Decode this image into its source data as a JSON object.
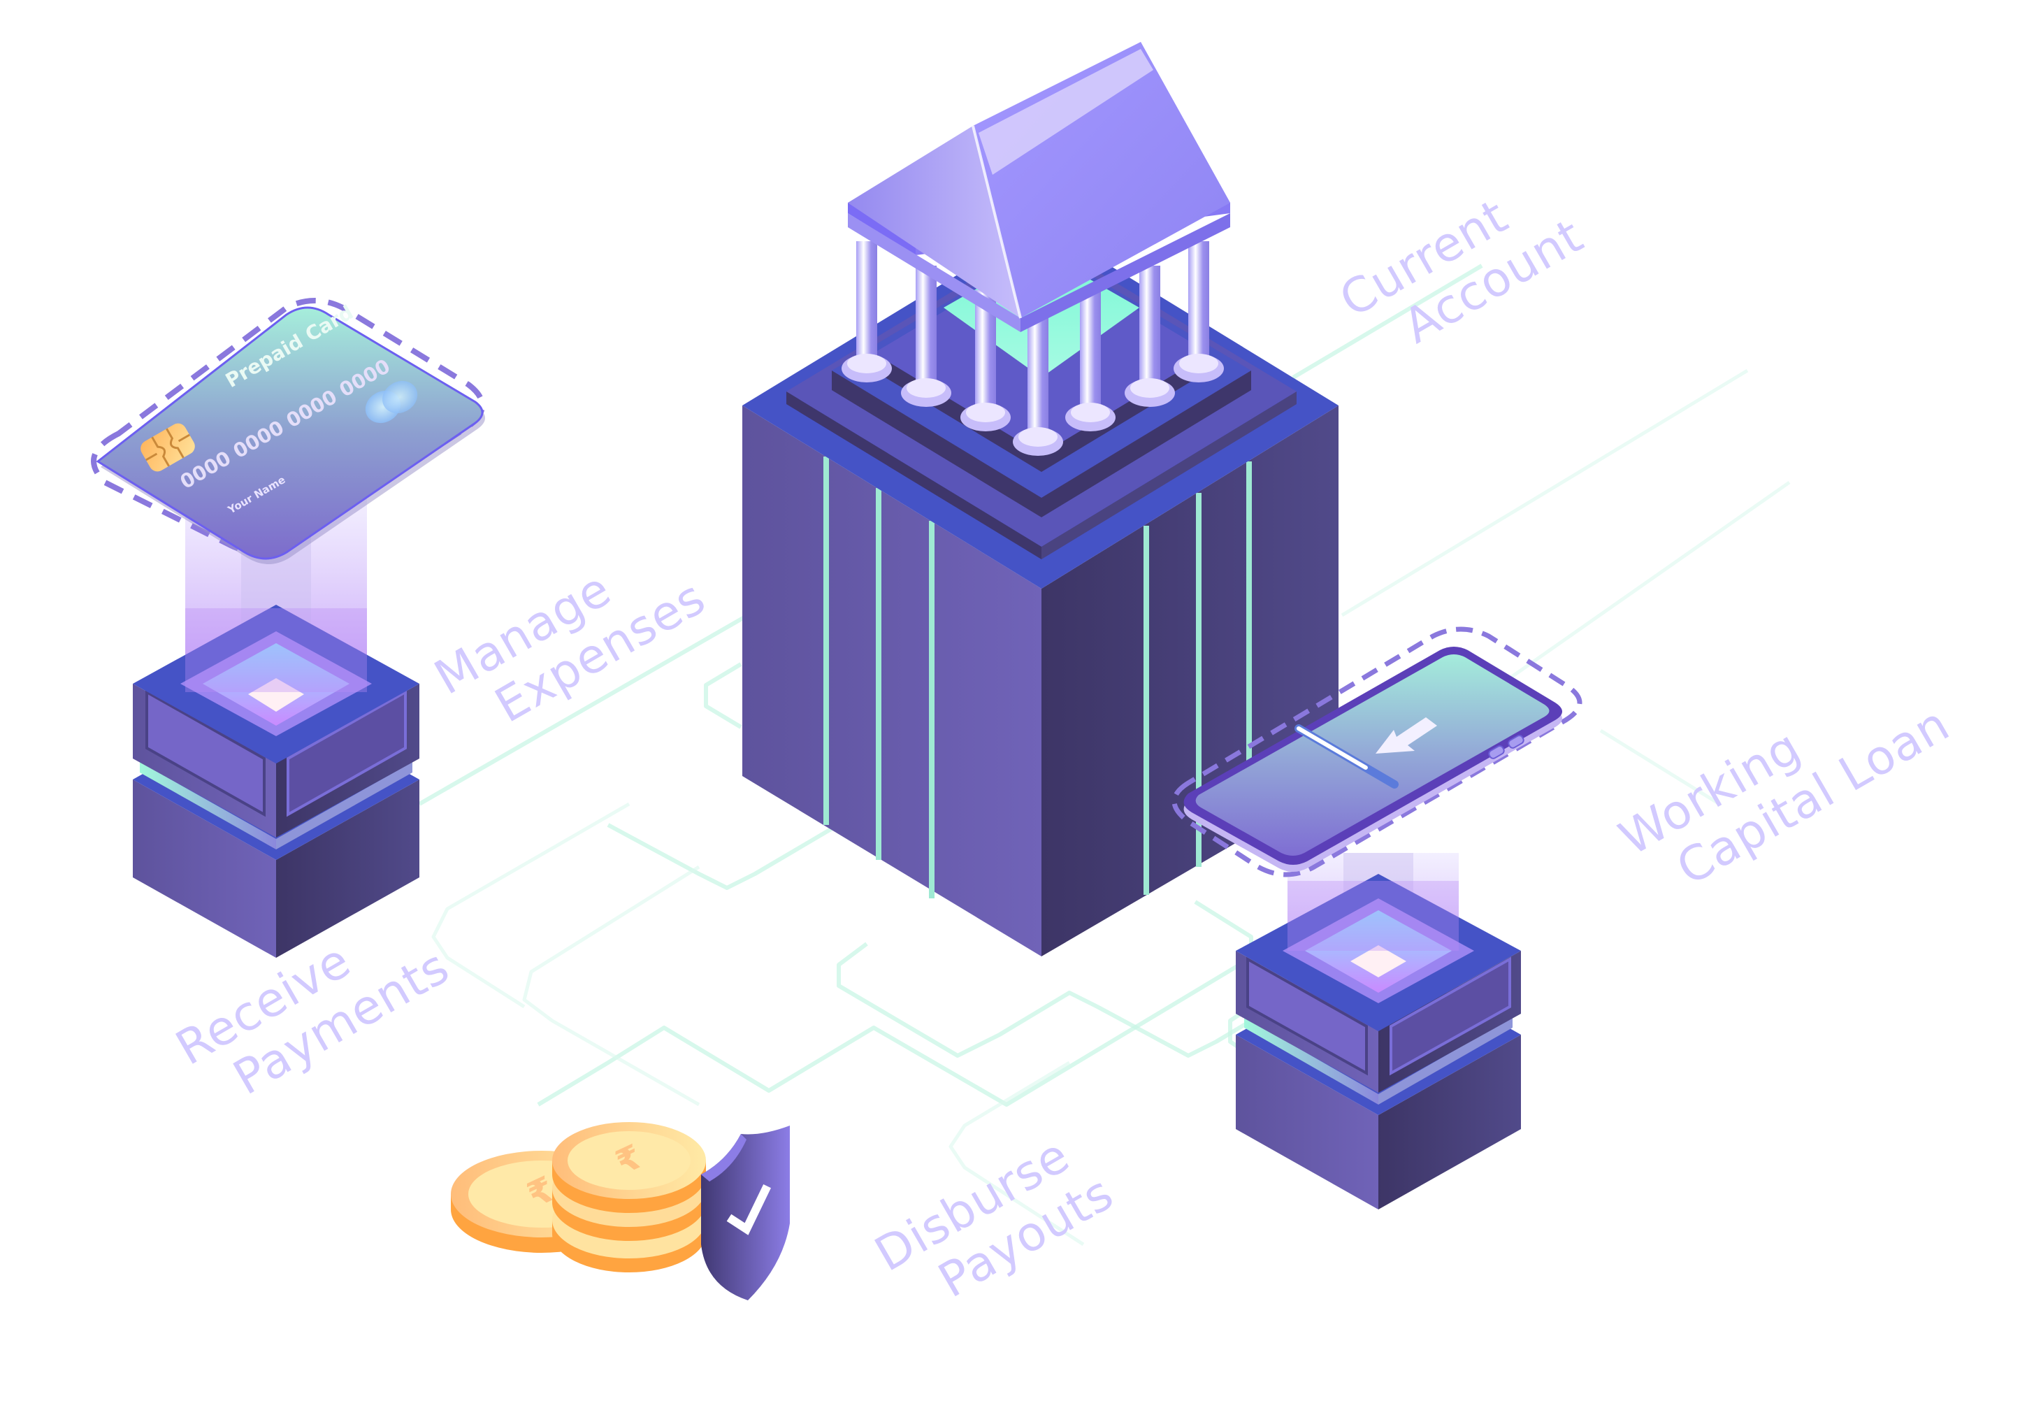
{
  "illustration": {
    "theme": "digital banking services",
    "colors": {
      "primary_purple": "#6a5fb0",
      "dark_purple": "#3e376a",
      "blue_top": "#4352c4",
      "mint_accent": "#8ff5d6",
      "label_lavender": "#d2caff",
      "dashed_outline": "#8a78dd",
      "coin_gold": "#ffd890",
      "coin_orange": "#ffa440",
      "circuit_line": "#c9f5e6"
    }
  },
  "labels": {
    "current_account": [
      "Current",
      "Account"
    ],
    "manage_expenses": [
      "Manage",
      "Expenses"
    ],
    "working_capital_loan": [
      "Working",
      "Capital Loan"
    ],
    "receive_payments": [
      "Receive",
      "Payments"
    ],
    "disburse_payouts": [
      "Disburse",
      "Payouts"
    ]
  },
  "prepaid_card": {
    "title": "Prepaid Card",
    "number": "0000 0000 0000 0000",
    "holder": "Your Name",
    "chip_icon": "emv-chip-icon",
    "logo_icon": "card-network-circles-icon"
  },
  "phone": {
    "icon": "download-arrow-icon",
    "progress": 0.7
  },
  "bank": {
    "icon": "bank-building-icon",
    "columns": 7
  },
  "coins": {
    "currency_symbol": "₹",
    "count": 4
  },
  "shield": {
    "icon": "shield-check-icon"
  }
}
